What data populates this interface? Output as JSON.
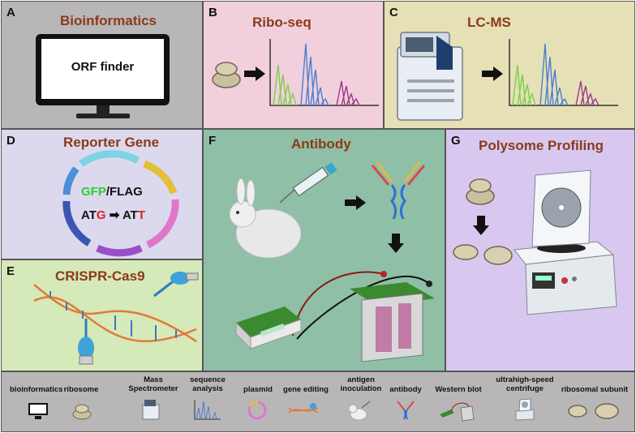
{
  "panels": {
    "a": {
      "letter": "A",
      "title": "Bioinformatics",
      "screen_text": "ORF finder"
    },
    "b": {
      "letter": "B",
      "title": "Ribo-seq"
    },
    "c": {
      "letter": "C",
      "title": "LC-MS"
    },
    "d": {
      "letter": "D",
      "title": "Reporter Gene",
      "gfp": "GFP",
      "slash_flag": "/FLAG",
      "atg_prefix": "AT",
      "atg_suffix": "G",
      "arrow": "➡",
      "att_prefix": "AT",
      "att_suffix": "T"
    },
    "e": {
      "letter": "E",
      "title": "CRISPR-Cas9"
    },
    "f": {
      "letter": "F",
      "title": "Antibody"
    },
    "g": {
      "letter": "G",
      "title": "Polysome Profiling"
    }
  },
  "legend": {
    "items": [
      {
        "label": "bioinformatics"
      },
      {
        "label": "ribosome"
      },
      {
        "label": "Mass\nSpectrometer"
      },
      {
        "label": "sequence\nanalysis"
      },
      {
        "label": "plasmid"
      },
      {
        "label": "gene editing"
      },
      {
        "label": "antigen\ninoculation"
      },
      {
        "label": "antibody"
      },
      {
        "label": "Western blot"
      },
      {
        "label": "ultrahigh-speed\ncentrifuge"
      },
      {
        "label": "ribosomal subunit"
      }
    ]
  },
  "colors": {
    "panel_a_bg": "#b9b6b8",
    "panel_b_bg": "#f1cfdc",
    "panel_c_bg": "#e6e0b6",
    "panel_d_bg": "#dcd9ee",
    "panel_e_bg": "#d6e9b8",
    "panel_f_bg": "#8fbfa6",
    "panel_g_bg": "#d8c8ef",
    "legend_bg": "#b9b6b8",
    "title_color": "#8b3a1a",
    "peak_green": "#7ccf4a",
    "peak_blue": "#4a7fd0",
    "peak_purple": "#9b3a8a",
    "gfp_green": "#2ecc2e",
    "mut_red": "#e02020"
  }
}
